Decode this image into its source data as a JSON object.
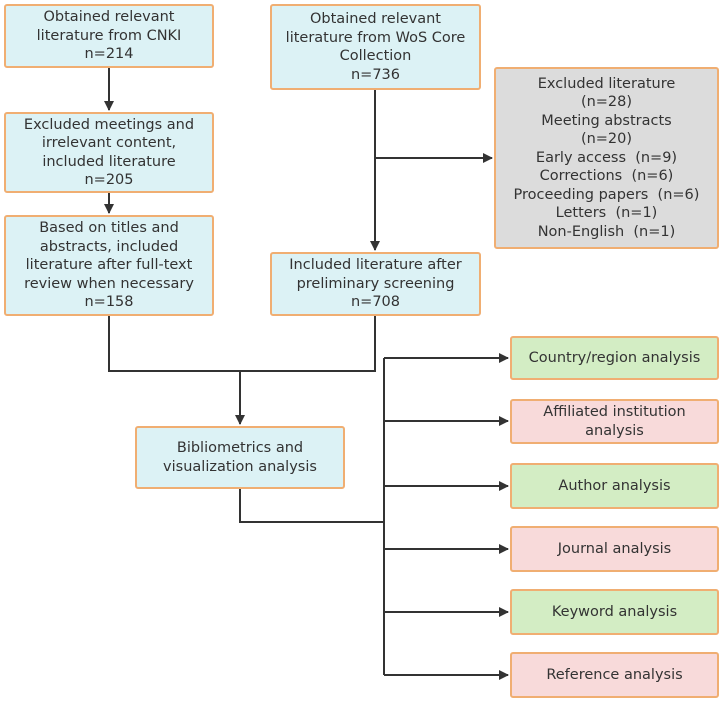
{
  "colors": {
    "border": "#F0AE72",
    "process_fill": "#DCF2F5",
    "excluded_fill": "#DCDCDC",
    "analysis_green": "#D3EDC4",
    "analysis_pink": "#F8DADA",
    "line": "#333333"
  },
  "nodes": {
    "cnki": {
      "lines": [
        "Obtained relevant",
        "literature from CNKI",
        "n=214"
      ]
    },
    "cnki_excluded": {
      "lines": [
        "Excluded meetings and",
        "irrelevant content,",
        "included literature",
        "n=205"
      ]
    },
    "cnki_fulltext": {
      "lines": [
        "Based on titles and",
        "abstracts, included",
        "literature after full-text",
        "review when necessary",
        "n=158"
      ]
    },
    "wos": {
      "lines": [
        "Obtained relevant",
        "literature from WoS Core",
        "Collection",
        "n=736"
      ]
    },
    "excluded": {
      "lines": [
        "Excluded literature",
        "(n=28)",
        "Meeting abstracts",
        "(n=20)",
        "Early access  (n=9)",
        "Corrections  (n=6)",
        "Proceeding papers  (n=6)",
        "Letters  (n=1)",
        "Non-English  (n=1)"
      ]
    },
    "wos_included": {
      "lines": [
        "Included literature after",
        "preliminary screening",
        "n=708"
      ]
    },
    "bibliometrics": {
      "lines": [
        "Bibliometrics and",
        "visualization analysis"
      ]
    }
  },
  "analyses": [
    {
      "lines": [
        "Country/region analysis"
      ],
      "tone": "green"
    },
    {
      "lines": [
        "Affiliated institution",
        "analysis"
      ],
      "tone": "pink"
    },
    {
      "lines": [
        "Author analysis"
      ],
      "tone": "green"
    },
    {
      "lines": [
        "Journal analysis"
      ],
      "tone": "pink"
    },
    {
      "lines": [
        "Keyword analysis"
      ],
      "tone": "green"
    },
    {
      "lines": [
        "Reference analysis"
      ],
      "tone": "pink"
    }
  ]
}
